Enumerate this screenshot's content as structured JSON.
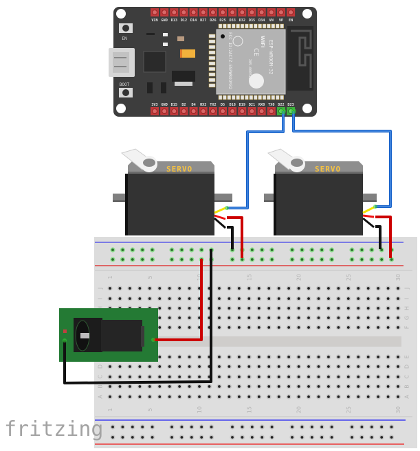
{
  "esp32": {
    "top_pins": [
      "VIN",
      "GND",
      "D13",
      "D12",
      "D14",
      "D27",
      "D26",
      "D25",
      "D33",
      "D32",
      "D35",
      "D34",
      "VN",
      "VP",
      "EN"
    ],
    "bottom_pins": [
      "3V3",
      "GND",
      "D15",
      "D2",
      "D4",
      "RX2",
      "TX2",
      "D5",
      "D18",
      "D19",
      "D21",
      "RX0",
      "TX0",
      "D22",
      "D23"
    ],
    "button_en": "EN",
    "button_boot": "BOOT",
    "module_name": "ESP-WROOM-32",
    "module_fcc": "FCC ID:2AC7Z-ESPWROOM32",
    "module_code": "205-000519",
    "wifi_mark": "WiFi",
    "ce_mark": "CE",
    "connected_pins": [
      "D22",
      "D23"
    ]
  },
  "servos": [
    {
      "label": "SERVO",
      "signal_pin": "D22"
    },
    {
      "label": "SERVO",
      "signal_pin": "D23"
    }
  ],
  "breadboard": {
    "column_numbers": [
      "1",
      "5",
      "10",
      "15",
      "20",
      "25",
      "30"
    ],
    "rows_top": [
      "J",
      "I",
      "H",
      "G",
      "F"
    ],
    "rows_bottom": [
      "E",
      "D",
      "C",
      "B",
      "A"
    ]
  },
  "colors": {
    "signal_wire": "#1f6fd1",
    "power_wire": "#c41010",
    "ground_wire": "#1a1a1a",
    "board": "#3a3a3a",
    "pin_header": "#c0393b",
    "label_yellow": "#f5c242",
    "breadboard": "#dcdcdc",
    "jack_pcb": "#2a7a32"
  },
  "logo": "fritzing"
}
